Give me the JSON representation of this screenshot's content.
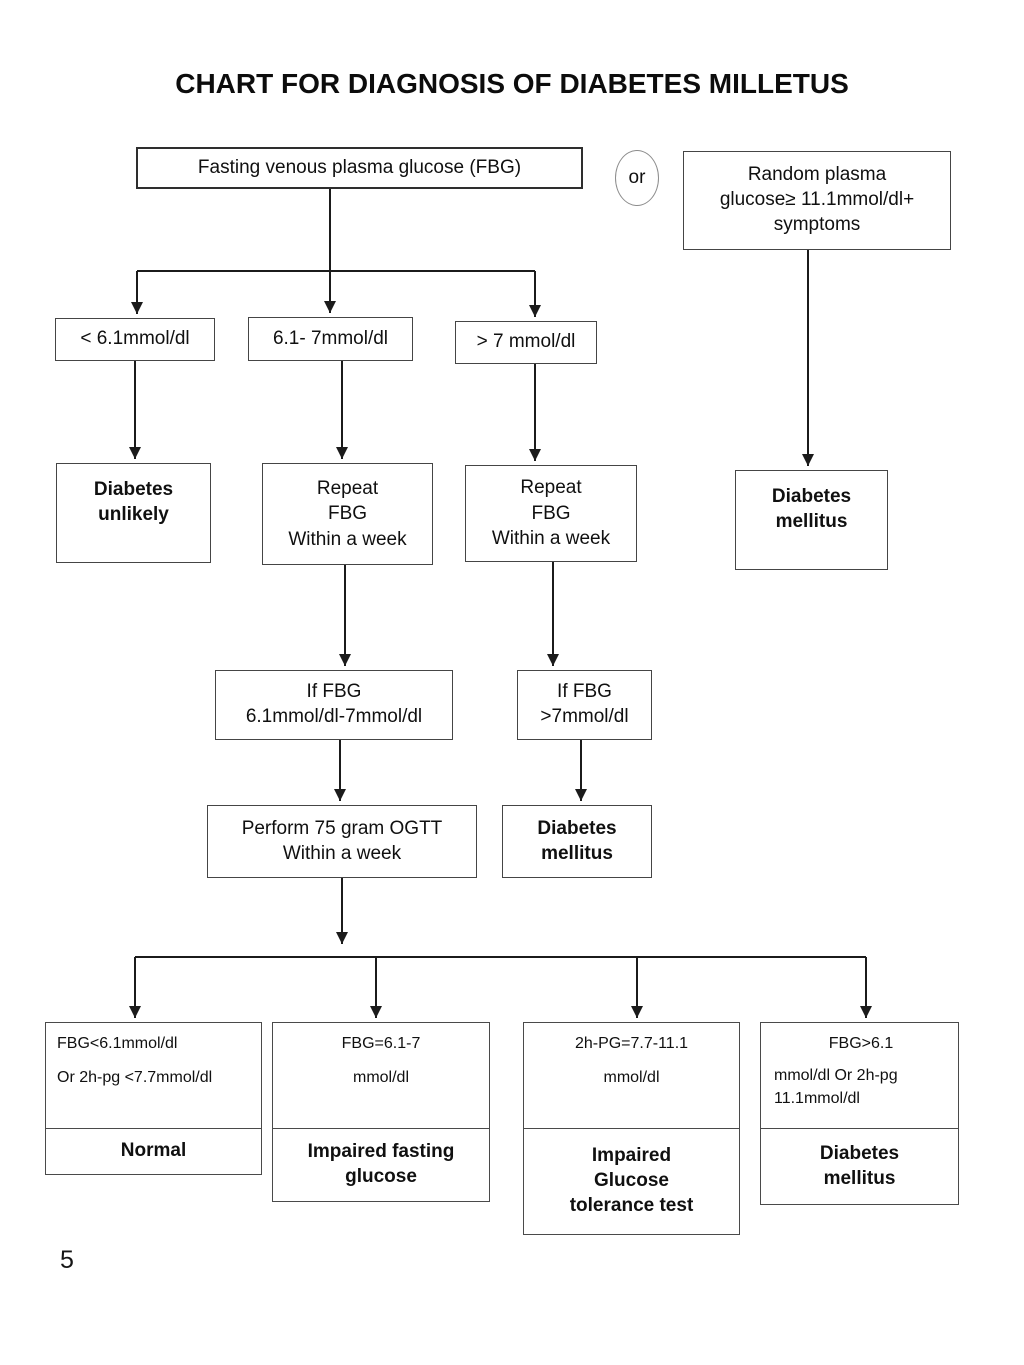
{
  "page": {
    "title": "CHART FOR DIAGNOSIS OF DIABETES MILLETUS",
    "page_number": "5"
  },
  "connector": {
    "or_label": "or"
  },
  "colors": {
    "line": "#1b1b1b",
    "box_border": "#454545",
    "background": "#ffffff",
    "text": "#101010"
  },
  "nodes": {
    "fbg": {
      "text": "Fasting venous plasma glucose (FBG)"
    },
    "random": {
      "lines": [
        "Random plasma",
        "glucose≥ 11.1mmol/dl+",
        "symptoms"
      ]
    },
    "lt61": {
      "text": "< 6.1mmol/dl"
    },
    "mid617": {
      "text": "6.1- 7mmol/dl"
    },
    "gt7": {
      "text": "> 7 mmol/dl"
    },
    "unlikely": {
      "lines": [
        "Diabetes",
        "unlikely"
      ]
    },
    "repeat1": {
      "lines": [
        "Repeat",
        "FBG",
        "Within a week"
      ]
    },
    "repeat2": {
      "lines": [
        "Repeat",
        "FBG",
        "Within a week"
      ]
    },
    "dm_right": {
      "lines": [
        "Diabetes",
        "mellitus"
      ]
    },
    "if_mid": {
      "lines": [
        "If FBG",
        "6.1mmol/dl-7mmol/dl"
      ]
    },
    "if_gt7": {
      "lines": [
        "If FBG",
        ">7mmol/dl"
      ]
    },
    "ogtt": {
      "lines": [
        "Perform 75 gram OGTT",
        "Within a week"
      ]
    },
    "dm_mid": {
      "lines": [
        "Diabetes",
        "mellitus"
      ]
    },
    "outcome_normal": {
      "criteria": [
        "FBG<6.1mmol/dl",
        "Or 2h-pg <7.7mmol/dl"
      ],
      "label_lines": [
        "Normal"
      ]
    },
    "outcome_ifg": {
      "criteria": [
        "FBG=6.1-7",
        "mmol/dl"
      ],
      "label_lines": [
        "Impaired fasting",
        "glucose"
      ]
    },
    "outcome_igt": {
      "criteria": [
        "2h-PG=7.7-11.1",
        "mmol/dl"
      ],
      "label_lines": [
        "Impaired",
        "Glucose",
        "tolerance test"
      ]
    },
    "outcome_dm": {
      "criteria": [
        "FBG>6.1",
        "mmol/dl Or 2h-pg",
        "11.1mmol/dl"
      ],
      "label_lines": [
        "Diabetes",
        "mellitus"
      ]
    }
  }
}
